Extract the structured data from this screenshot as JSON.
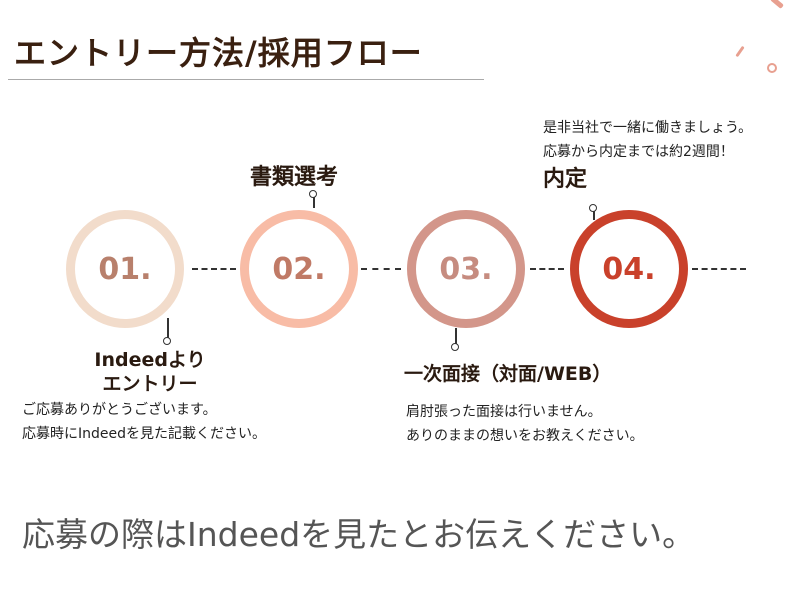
{
  "title": "エントリー方法/採用フロー",
  "steps": [
    {
      "number": "01.",
      "label_lines": [
        "Indeedより",
        "エントリー"
      ],
      "desc": [
        "ご応募ありがとうございます。",
        "応募時にIndeedを見た記載ください。"
      ],
      "ring": "#f2dccb",
      "text": "#b8806c"
    },
    {
      "number": "02.",
      "label_lines": [
        "書類選考"
      ],
      "desc": [],
      "ring": "#f8bca6",
      "text": "#c07a66"
    },
    {
      "number": "03.",
      "label_lines": [
        "一次面接（対面/WEB）"
      ],
      "desc": [
        "肩肘張った面接は行いません。",
        "ありのままの想いをお教えください。"
      ],
      "ring": "#d3968a",
      "text": "#c68c80"
    },
    {
      "number": "04.",
      "label_lines": [
        "内定"
      ],
      "desc": [
        "是非当社で一緒に働きましょう。",
        "応募から内定までは約2週間！"
      ],
      "ring": "#c9412b",
      "text": "#c9412b"
    }
  ],
  "footer": "応募の際はIndeedを見たとお伝えください。"
}
